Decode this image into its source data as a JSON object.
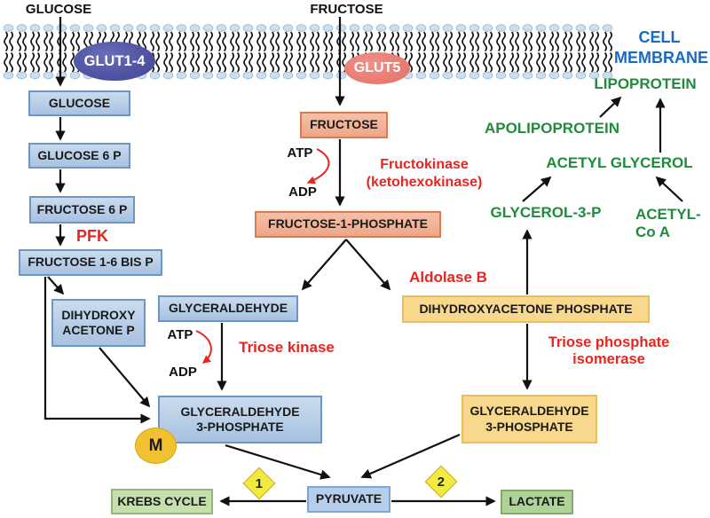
{
  "palette": {
    "blue_box": "#B7CEE8",
    "blue_box_border": "#6E96C3",
    "salmon_box": "#F3B197",
    "salmon_box_border": "#D67E52",
    "orange_box": "#F7D88C",
    "orange_box_border": "#ECBE57",
    "green_box": "#C7DEAE",
    "green_box_border": "#90B971",
    "pyruvate_box": "#B5CEEB",
    "membrane_head": "#C9E0F2",
    "glut14_fill": "#5154A2",
    "glut5_fill": "#E97C73",
    "enzyme_red": "#E8251F",
    "lipid_green": "#1E8C3C",
    "membrane_blue": "#1B6AC1",
    "marker_yellow": "#F0EC3F",
    "m_circle_yellow": "#F1C12F"
  },
  "top": {
    "glucose_title": "GLUCOSE",
    "fructose_title": "FRUCTOSE",
    "cell_membrane": {
      "line1": "CELL",
      "line2": "MEMBRANE"
    },
    "glut14_label": "GLUT1-4",
    "glut5_label": "GLUT5"
  },
  "glycolysis": {
    "glucose": "GLUCOSE",
    "glucose_6_p": "GLUCOSE 6 P",
    "fructose_6_p": "FRUCTOSE 6 P",
    "pfk": "PFK",
    "fructose_16_bis_p": "FRUCTOSE 1-6 BIS P",
    "dihydroxyacetone_p": {
      "line1": "DIHYDROXY",
      "line2": "ACETONE P"
    },
    "g3p": {
      "line1": "GLYCERALDEHYDE",
      "line2": "3-PHOSPHATE"
    },
    "m_marker": "M"
  },
  "fructolysis": {
    "fructose": "FRUCTOSE",
    "atp1": "ATP",
    "adp1": "ADP",
    "fructokinase": {
      "line1": "Fructokinase",
      "line2": "(ketohexokinase)"
    },
    "fructose_1_phosphate": "FRUCTOSE-1-PHOSPHATE",
    "aldolase_b": "Aldolase B",
    "glyceraldehyde": "GLYCERALDEHYDE",
    "atp2": "ATP",
    "adp2": "ADP",
    "triose_kinase": "Triose kinase",
    "dhap": "DIHYDROXYACETONE PHOSPHATE",
    "tpi": {
      "line1": "Triose phosphate",
      "line2": "isomerase"
    },
    "g3p": {
      "line1": "GLYCERALDEHYDE",
      "line2": "3-PHOSPHATE"
    }
  },
  "lipogenesis": {
    "glycerol_3_p": "GLYCEROL-3-P",
    "acetyl_coa": {
      "line1": "ACETYL-",
      "line2": "Co A"
    },
    "acetyl_glycerol": "ACETYL GLYCEROL",
    "apolipoprotein": "APOLIPOPROTEIN",
    "lipoprotein": "LIPOPROTEIN"
  },
  "outputs": {
    "pyruvate": "PYRUVATE",
    "krebs_cycle": "KREBS CYCLE",
    "lactate": "LACTATE",
    "marker_1": "1",
    "marker_2": "2"
  }
}
